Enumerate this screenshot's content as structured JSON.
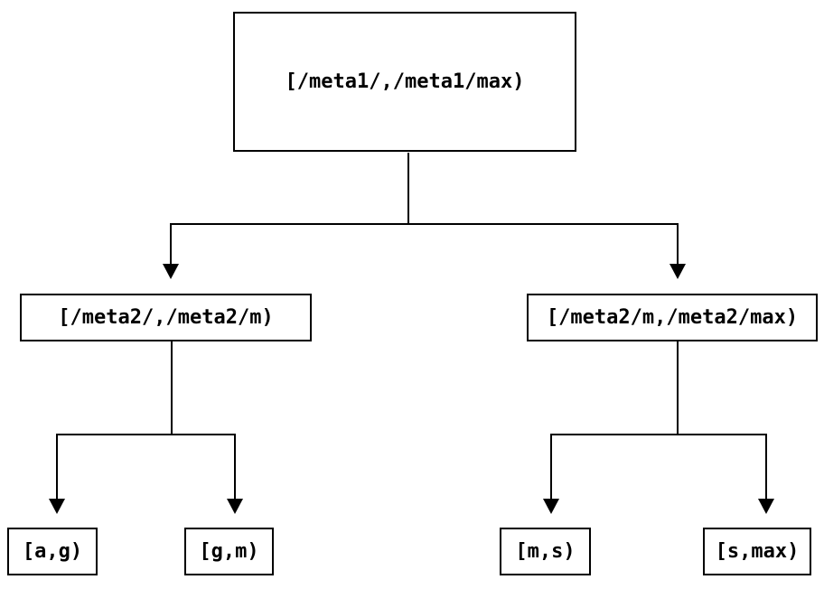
{
  "diagram": {
    "kind": "interval-partition-tree",
    "colors": {
      "background": "#ffffff",
      "line": "#000000",
      "text": "#000000",
      "node_border": "#000000",
      "node_fill": "#ffffff"
    },
    "nodes": {
      "root": {
        "label": "[/meta1/,/meta1/max)"
      },
      "left": {
        "label": "[/meta2/,/meta2/m)"
      },
      "right": {
        "label": "[/meta2/m,/meta2/max)"
      },
      "leaf_ag": {
        "label": "[a,g)"
      },
      "leaf_gm": {
        "label": "[g,m)"
      },
      "leaf_ms": {
        "label": "[m,s)"
      },
      "leaf_smax": {
        "label": "[s,max)"
      }
    },
    "edges": [
      {
        "from": "root",
        "to": "left"
      },
      {
        "from": "root",
        "to": "right"
      },
      {
        "from": "left",
        "to": "leaf_ag"
      },
      {
        "from": "left",
        "to": "leaf_gm"
      },
      {
        "from": "right",
        "to": "leaf_ms"
      },
      {
        "from": "right",
        "to": "leaf_smax"
      }
    ]
  }
}
